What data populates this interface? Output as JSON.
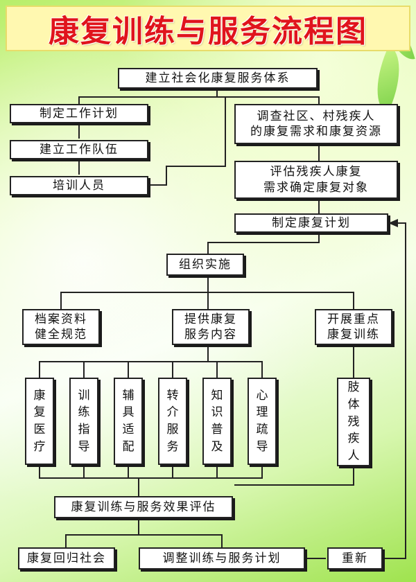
{
  "title": "康复训练与服务流程图",
  "nodes": {
    "system": "建立社会化康复服务体系",
    "work_plan": "制定工作计划",
    "team": "建立工作队伍",
    "train": "培训人员",
    "survey": "调查社区、村残疾人\n的康复需求和康复资源",
    "assess": "评估残疾人康复\n需求确定康复对象",
    "rehab_plan": "制定康复计划",
    "organize": "组织实施",
    "archive": "档案资料\n健全规范",
    "provide": "提供康复\n服务内容",
    "key_train": "开展重点\n康复训练",
    "medical": "康\n复\n医\n疗",
    "guidance": "训\n练\n指\n导",
    "device": "辅\n具\n适\n配",
    "referral": "转\n介\n服\n务",
    "knowledge": "知\n识\n普\n及",
    "psych": "心\n理\n疏\n导",
    "limb": "肢\n体\n残\n疾\n人",
    "evaluate": "康复训练与服务效果评估",
    "return": "康复回归社会",
    "adjust": "调整训练与服务计划",
    "restart": "重新"
  }
}
